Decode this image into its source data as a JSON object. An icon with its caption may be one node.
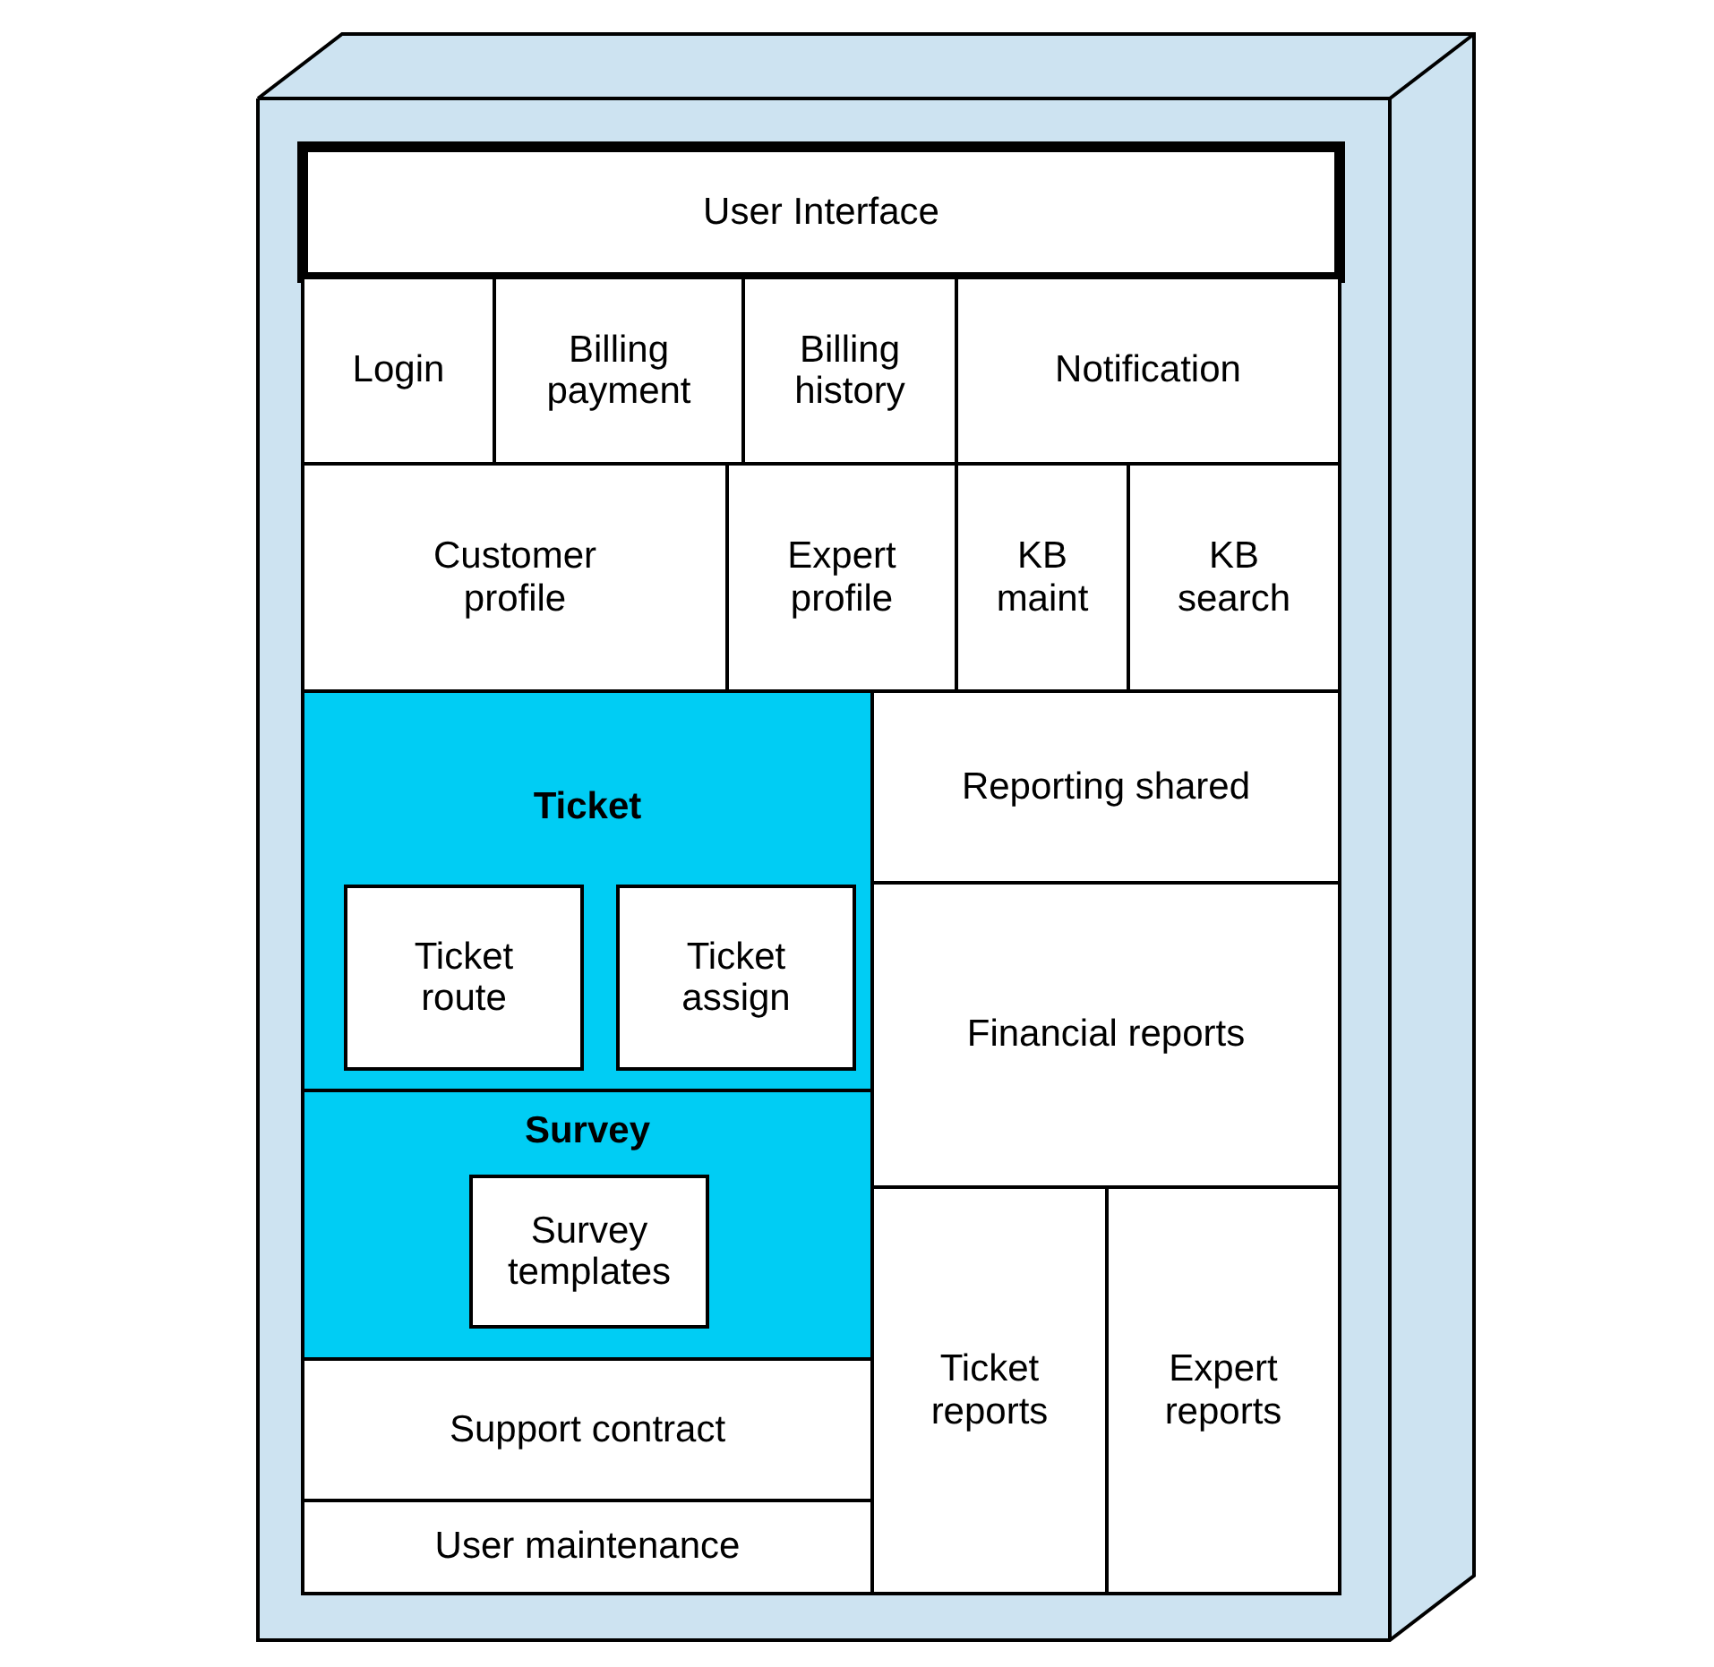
{
  "diagram": {
    "nodes": [
      {
        "text": [],
        "shape": "box"
      },
      {
        "text": [
          "User Interface"
        ],
        "in": 0
      },
      {
        "text": [
          "Login"
        ],
        "in": 0
      },
      {
        "text": [
          "Billing payment"
        ],
        "in": 0
      },
      {
        "text": [
          "Billing history"
        ],
        "in": 0
      },
      {
        "text": [
          "Notification"
        ],
        "in": 0
      },
      {
        "text": [
          "Customer profile"
        ],
        "in": 0
      },
      {
        "text": [
          "Expert profile"
        ],
        "in": 0
      },
      {
        "text": [
          "KB maint"
        ],
        "in": 0
      },
      {
        "text": [
          "KB search"
        ],
        "in": 0
      },
      {
        "text": [
          "Ticket"
        ],
        "in": 0
      },
      {
        "text": [
          "Ticket route"
        ],
        "in": 10
      },
      {
        "text": [
          "Ticket assign"
        ],
        "in": 10
      },
      {
        "text": [
          "Reporting shared"
        ],
        "in": 0
      },
      {
        "text": [
          "Financial reports"
        ],
        "in": 0
      },
      {
        "text": [
          "Survey"
        ],
        "in": 0
      },
      {
        "text": [
          "Survey templates"
        ],
        "in": 15
      },
      {
        "text": [
          "Support contract"
        ],
        "in": 0
      },
      {
        "text": [
          "User maintenance"
        ],
        "in": 0
      },
      {
        "text": [
          "Ticket reports"
        ],
        "in": 0
      },
      {
        "text": [
          "Expert reports"
        ],
        "in": 0
      }
    ]
  }
}
